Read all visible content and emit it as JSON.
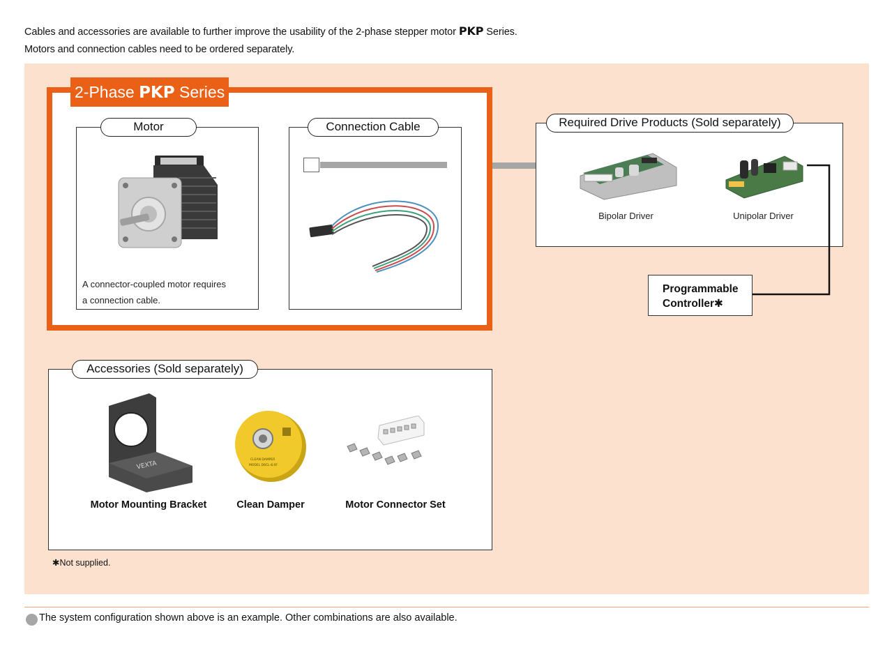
{
  "intro": {
    "line1_before": "Cables and accessories are available to further improve the usability of the 2-phase stepper motor ",
    "line1_brand": "PKP",
    "line1_after": " Series.",
    "line2": "Motors and connection cables need to be ordered separately."
  },
  "series": {
    "title_prefix": "2-Phase ",
    "title_brand": "PKP",
    "title_suffix": " Series",
    "motor": {
      "label": "Motor",
      "note_line1": "A connector-coupled motor requires",
      "note_line2": "a connection cable."
    },
    "cable": {
      "label": "Connection Cable"
    }
  },
  "drive": {
    "label": "Required Drive Products (Sold separately)",
    "items": [
      {
        "name": "Bipolar Driver"
      },
      {
        "name": "Unipolar Driver"
      }
    ]
  },
  "controller": {
    "line1": "Programmable",
    "line2": "Controller✱"
  },
  "accessories": {
    "label": "Accessories (Sold separately)",
    "items": [
      {
        "name": "Motor Mounting Bracket"
      },
      {
        "name": "Clean Damper"
      },
      {
        "name": "Motor Connector Set"
      }
    ],
    "damper_print": "CLEAN DAMPER",
    "damper_model": "MODEL D6CL-8.0F",
    "bracket_brand": "VEXTA"
  },
  "not_supplied": "✱Not supplied.",
  "footer": "The system configuration shown above is an example. Other combinations are also available.",
  "colors": {
    "brand_orange": "#ea6016",
    "panel_bg": "#fce1cf",
    "cable_gray": "#a6a6a6"
  }
}
